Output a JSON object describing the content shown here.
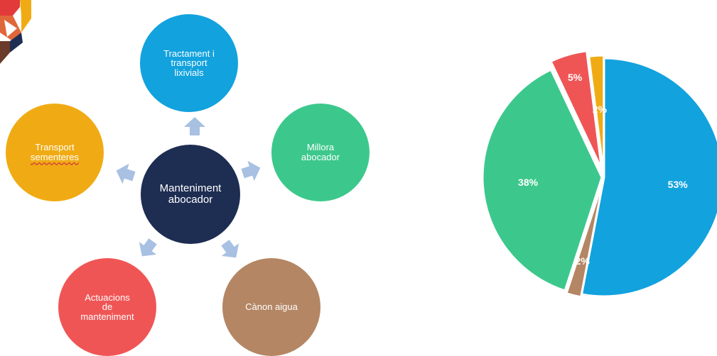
{
  "diagram": {
    "center": {
      "label_line1": "Manteniment",
      "label_line2": "abocador",
      "color": "#1e2d52"
    },
    "nodes": {
      "tractament": {
        "lines": [
          "Tractament i",
          "transport",
          "lixivials"
        ],
        "color": "#12a2de"
      },
      "millora": {
        "lines": [
          "Millora",
          "abocador"
        ],
        "color": "#3cc88c"
      },
      "canon": {
        "lines": [
          "Cànon aigua"
        ],
        "color": "#b48664"
      },
      "actuacions": {
        "lines": [
          "Actuacions",
          "de",
          "manteniment"
        ],
        "color": "#f05555"
      },
      "transport": {
        "lines": [
          "Transport",
          "sementeres"
        ],
        "color": "#f0ab14"
      }
    },
    "arrow_color": "#a8c0e2"
  },
  "chart_data": {
    "type": "pie",
    "slices": [
      {
        "label": "53%",
        "value": 53,
        "color": "#12a2de"
      },
      {
        "label": "2%",
        "value": 2,
        "color": "#b48664"
      },
      {
        "label": "38%",
        "value": 38,
        "color": "#3cc88c"
      },
      {
        "label": "5%",
        "value": 5,
        "color": "#f05555"
      },
      {
        "label": "2%",
        "value": 2,
        "color": "#f0ab14"
      }
    ]
  }
}
